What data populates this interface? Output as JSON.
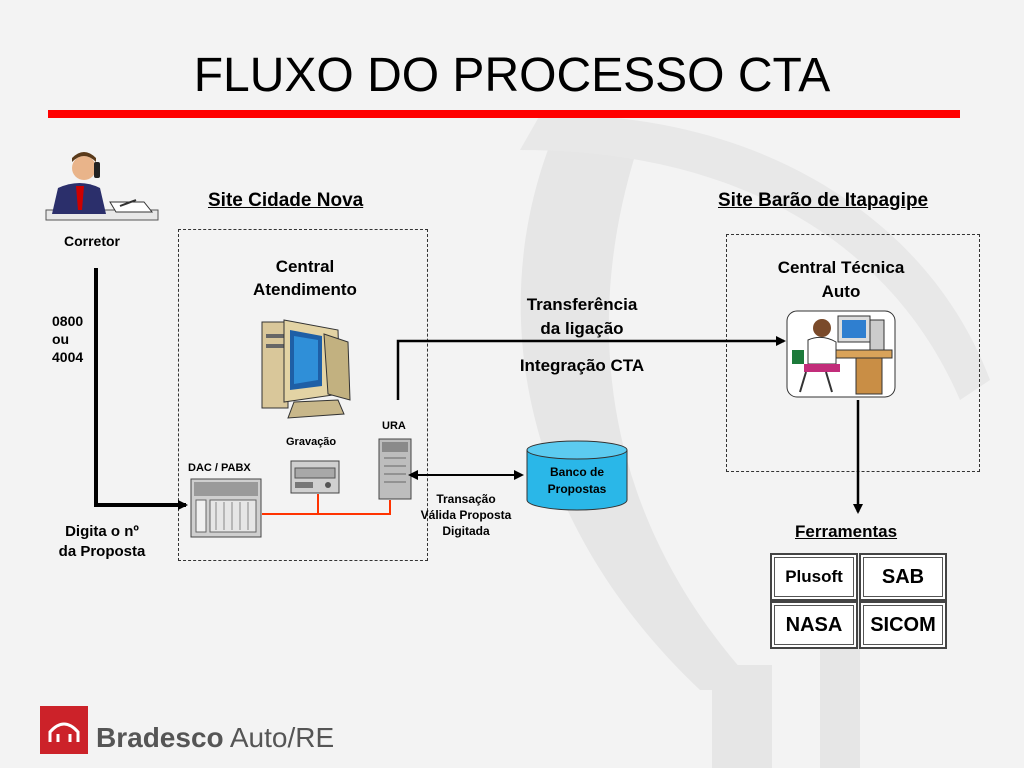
{
  "title": "FLUXO DO PROCESSO CTA",
  "corretor": "Corretor",
  "phone_numbers": [
    "0800",
    "ou",
    "4004"
  ],
  "digita": [
    "Digita o nº",
    "da Proposta"
  ],
  "site_left": "Site Cidade Nova",
  "site_right": "Site Barão de Itapagipe",
  "central_atendimento": [
    "Central",
    "Atendimento"
  ],
  "gravacao": "Gravação",
  "dac_pabx": "DAC / PABX",
  "ura": "URA",
  "banco": [
    "Banco de",
    "Propostas"
  ],
  "transacao": [
    "Transação",
    "Válida Proposta",
    "Digitada"
  ],
  "transferencia": [
    "Transferência",
    "da ligação"
  ],
  "integracao": "Integração CTA",
  "central_tecnica": [
    "Central Técnica",
    "Auto"
  ],
  "ferramentas": "Ferramentas",
  "tools": [
    "Plusoft",
    "SAB",
    "NASA",
    "SICOM"
  ],
  "logo": {
    "brand": "Bradesco",
    "product": "Auto/RE"
  },
  "colors": {
    "accent_red": "#ff0000",
    "logo_red": "#cc2229",
    "connector_orange": "#ff3300"
  }
}
